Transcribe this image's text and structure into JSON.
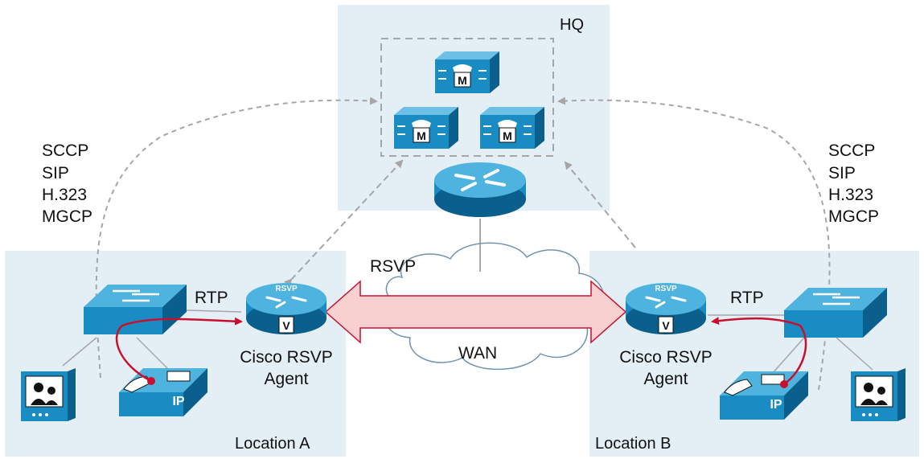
{
  "diagram": {
    "hq_label": "HQ",
    "location_a_label": "Location A",
    "location_b_label": "Location B",
    "protocols_left": [
      "SCCP",
      "SIP",
      "H.323",
      "MGCP"
    ],
    "protocols_right": [
      "SCCP",
      "SIP",
      "H.323",
      "MGCP"
    ],
    "rtp_left": "RTP",
    "rtp_right": "RTP",
    "rsvp_label": "RSVP",
    "wan_label": "WAN",
    "agent_left": [
      "Cisco RSVP",
      "Agent"
    ],
    "agent_right": [
      "Cisco RSVP",
      "Agent"
    ],
    "cucm_glyph": "M",
    "agent_badge": "V",
    "agent_router_text": "RSVP",
    "phone_text": "IP",
    "colors": {
      "site_fill": "#e4eef5",
      "device_blue": "#1a8cc4",
      "device_dark": "#0b5f8c",
      "rtp_path": "#c8102e",
      "reservation_arrow": "#f7d0cf",
      "signal_dashed": "#a6a6a6"
    }
  }
}
